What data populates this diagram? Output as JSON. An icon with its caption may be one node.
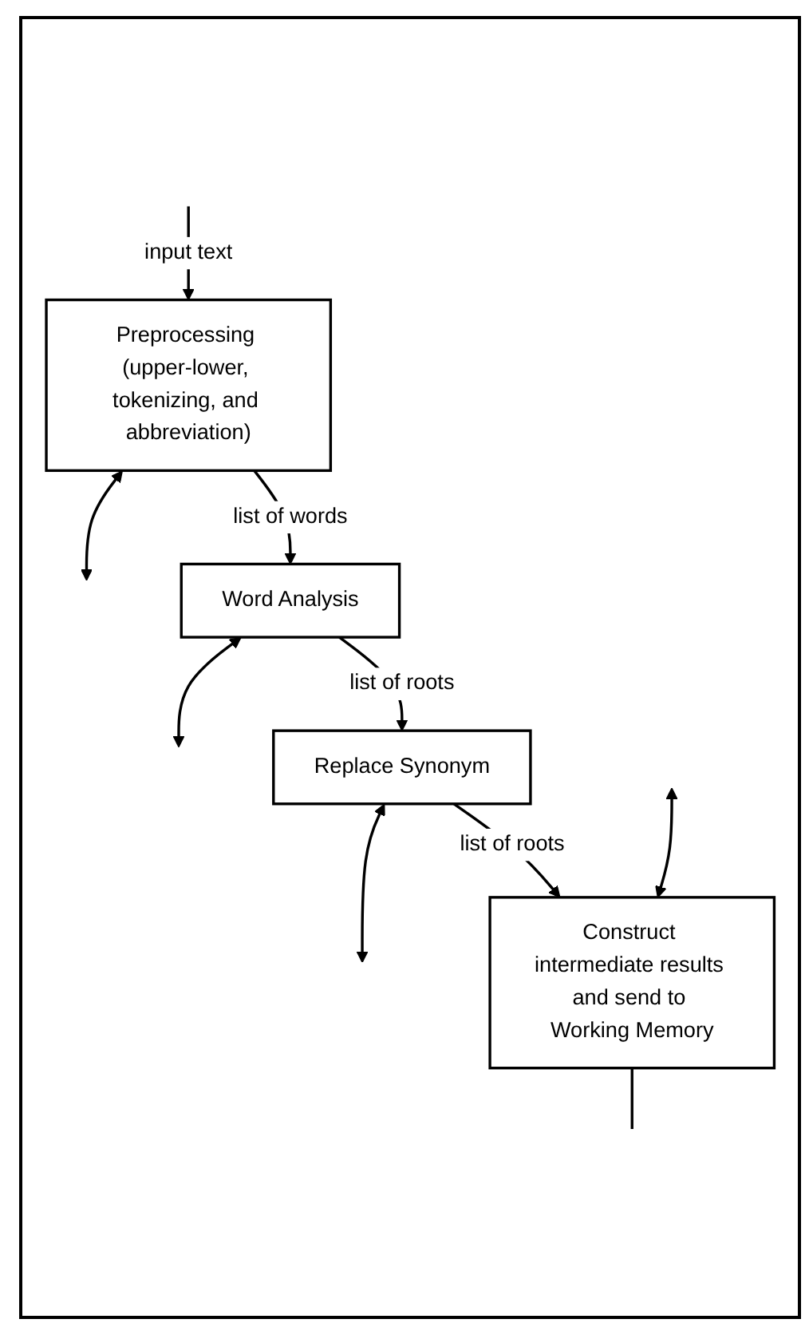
{
  "diagram": {
    "nodes": [
      {
        "text": [
          "Preprocessing (upper-lower, tokenizing, and abbreviation)"
        ]
      },
      {
        "text": [
          "Word Analysis"
        ]
      },
      {
        "text": [
          "Replace Synonym"
        ]
      },
      {
        "text": [
          "Construct intermediate results and send to Working Memory"
        ]
      }
    ],
    "edges": [
      {
        "from": null,
        "to": 0,
        "arrow": "to",
        "label": "input text"
      },
      {
        "from": 0,
        "to": null,
        "arrow": "both"
      },
      {
        "from": 0,
        "to": 1,
        "arrow": "to",
        "label": "list of words"
      },
      {
        "from": 1,
        "to": null,
        "arrow": "both"
      },
      {
        "from": 1,
        "to": 2,
        "arrow": "to",
        "label": "list of roots"
      },
      {
        "from": 2,
        "to": null,
        "arrow": "both"
      },
      {
        "from": 2,
        "to": 3,
        "arrow": "to",
        "label": "list of roots"
      },
      {
        "from": null,
        "to": 3,
        "arrow": "both"
      },
      {
        "from": 3,
        "to": null,
        "arrow": "none"
      }
    ]
  }
}
